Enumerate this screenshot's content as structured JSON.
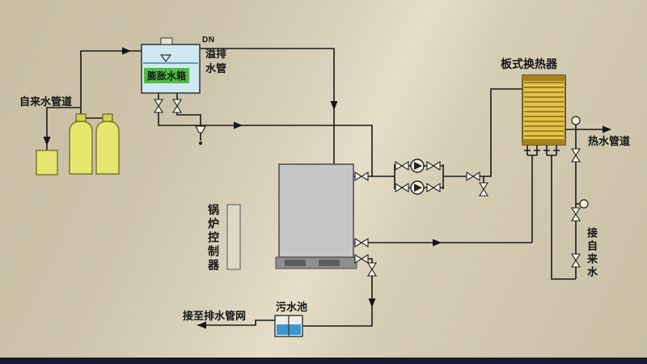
{
  "labels": {
    "tap_water_pipeline": "自来水管道",
    "expansion_tank": "膨胀水箱",
    "dn": "DN",
    "overflow_drain_pipe": "溢排水管",
    "boiler_controller": "锅炉控制器",
    "plate_heat_exchanger": "板式换热器",
    "hot_water_pipeline": "热水管道",
    "connect_tap_water": "接自来水",
    "connect_drain_network": "接至排水管网",
    "sewage_pool": "污水池"
  },
  "colors": {
    "background": "#cdc4ab",
    "pipe": "#1a1a1a",
    "tank_water": "#cfe9f2",
    "tank_label_bg": "#55b64a",
    "vessel_yellow": "#e6e66e",
    "heat_exchanger_gold": "#e3c24a",
    "boiler_gray": "#c6c6c6",
    "controller_panel": "#dcd8c8",
    "pool_water": "#3f97cf",
    "footer_bar": "#1b1b2f"
  }
}
